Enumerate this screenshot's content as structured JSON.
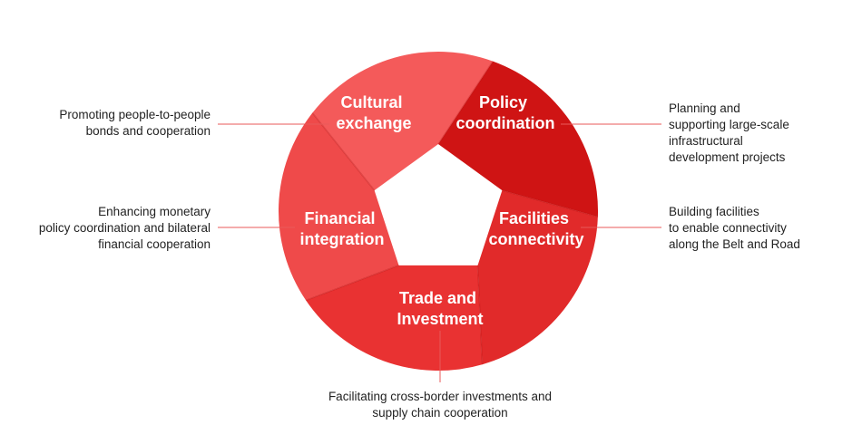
{
  "segments": [
    {
      "id": "policy",
      "line1": "Policy",
      "line2": "coordination",
      "color": "#cf1414"
    },
    {
      "id": "facilities",
      "line1": "Facilities",
      "line2": "connectivity",
      "color": "#e12a2a"
    },
    {
      "id": "trade",
      "line1": "Trade and",
      "line2": "Investment",
      "color": "#e93232"
    },
    {
      "id": "financial",
      "line1": "Financial",
      "line2": "integration",
      "color": "#ef4a4a"
    },
    {
      "id": "cultural",
      "line1": "Cultural",
      "line2": "exchange",
      "color": "#f45a5a"
    }
  ],
  "descriptions": {
    "cultural": "Promoting people-to-people\nbonds and cooperation",
    "policy": "Planning and\nsupporting large-scale\ninfrastructural\ndevelopment projects",
    "financial": "Enhancing monetary\npolicy coordination and bilateral\nfinancial cooperation",
    "facilities": "Building facilities\nto enable connectivity\nalong the Belt and Road",
    "trade": "Facilitating cross-border investments and\nsupply chain cooperation"
  },
  "colors": {
    "leader_line": "#e85a5a",
    "separator": "#b81010"
  }
}
